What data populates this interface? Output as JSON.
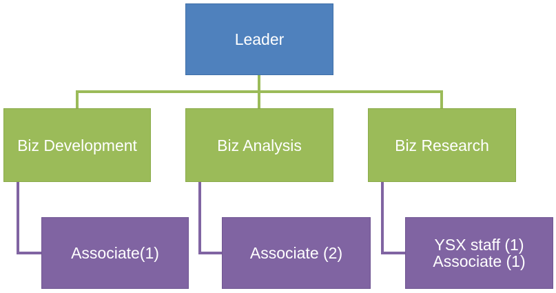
{
  "colors": {
    "leader": "#4f81bd",
    "department": "#9bbb59",
    "staff": "#8064a2",
    "connector_green": "#9bbb59",
    "connector_purple": "#8064a2"
  },
  "leader": {
    "label": "Leader"
  },
  "departments": [
    {
      "label": "Biz Development",
      "staff": [
        "Associate(1)"
      ]
    },
    {
      "label": "Biz Analysis",
      "staff": [
        "Associate (2)"
      ]
    },
    {
      "label": "Biz Research",
      "staff": [
        "YSX staff (1)",
        "Associate (1)"
      ]
    }
  ]
}
